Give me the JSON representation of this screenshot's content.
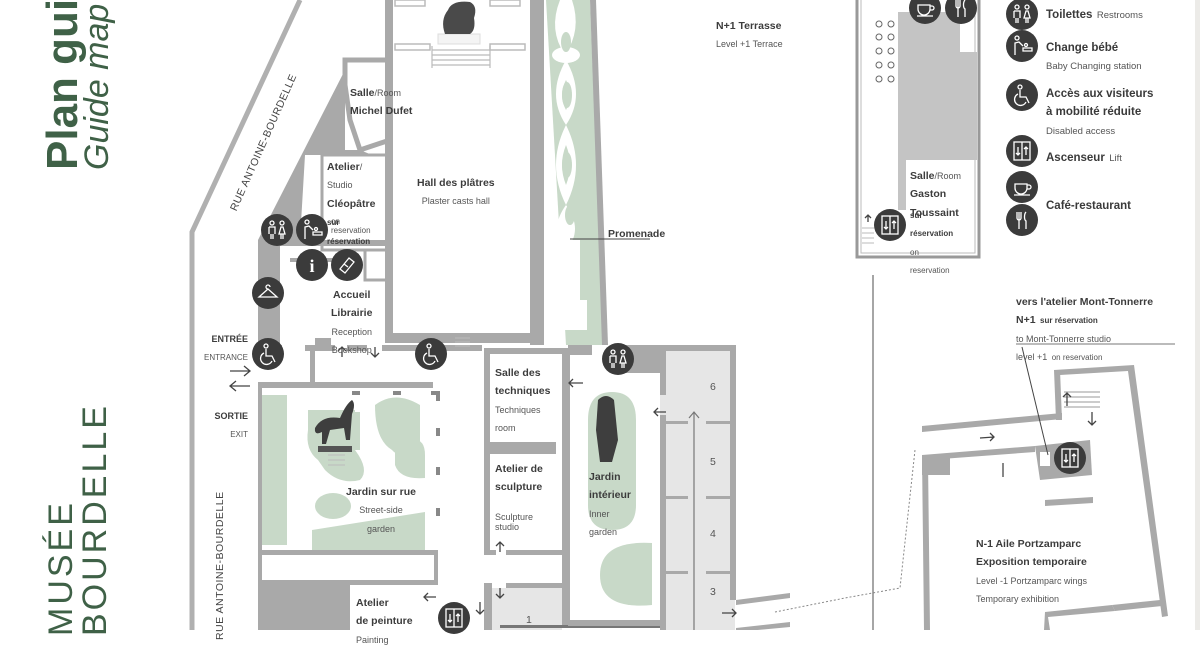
{
  "title": {
    "main": "Plan guide",
    "sub": "Guide map",
    "museum_line1": "MUSÉE",
    "museum_line2": "BOURDELLE"
  },
  "streets": {
    "diagonal": "RUE ANTOINE-BOURDELLE",
    "vertical": "RUE ANTOINE-BOURDELLE"
  },
  "rooms": {
    "michel_dufet": {
      "prefix": "Salle",
      "sep": "/",
      "en_prefix": "Room",
      "name": "Michel Dufet"
    },
    "cleopatre": {
      "prefix": "Atelier",
      "sep": "/",
      "en_prefix": "Studio",
      "name": "Cléopâtre",
      "res_fr1": "sur",
      "res_fr2": "réservation",
      "res_en1": "on",
      "res_en2": "reservation"
    },
    "hall": {
      "name": "Hall des plâtres",
      "en": "Plaster casts hall"
    },
    "promenade": {
      "name": "Promenade"
    },
    "accueil": {
      "name1": "Accueil",
      "name2": "Librairie",
      "en1": "Reception",
      "en2": "Bookshop"
    },
    "entree": {
      "fr": "ENTRÉE",
      "en": "ENTRANCE"
    },
    "sortie": {
      "fr": "SORTIE",
      "en": "EXIT"
    },
    "jardin_rue": {
      "name": "Jardin sur rue",
      "en1": "Street-side",
      "en2": "garden"
    },
    "techniques": {
      "name1": "Salle des",
      "name2": "techniques",
      "en1": "Techniques",
      "en2": "room"
    },
    "sculpture": {
      "name1": "Atelier de",
      "name2": "sculpture",
      "en1": "Sculpture",
      "en2": "studio"
    },
    "jardin_interieur": {
      "name1": "Jardin",
      "name2": "intérieur",
      "en1": "Inner",
      "en2": "garden"
    },
    "peinture": {
      "name1": "Atelier",
      "name2": "de peinture",
      "en1": "Painting"
    },
    "terrasse": {
      "name": "N+1 Terrasse",
      "en": "Level +1 Terrace"
    },
    "gaston": {
      "prefix": "Salle",
      "sep": "/",
      "en_prefix": "Room",
      "name1": "Gaston",
      "name2": "Toussaint",
      "res_fr1": "sur",
      "res_fr2": "réservation",
      "res_en1": "on",
      "res_en2": "reservation"
    },
    "mont_tonnerre": {
      "line1": "vers l'atelier Mont-Tonnerre",
      "line2_bold": "N+1",
      "line2_rest": "sur réservation",
      "line3": "to Mont-Tonnerre studio",
      "line4_a": "level +1",
      "line4_b": "on reservation"
    },
    "portzamparc": {
      "line1": "N-1 Aile Portzamparc",
      "line2": "Exposition temporaire",
      "line3": "Level -1 Portzamparc wings",
      "line4": "Temporary exhibition"
    }
  },
  "galleries": [
    "6",
    "5",
    "4",
    "3",
    "1"
  ],
  "legend": [
    {
      "icon": "restroom-icon",
      "title": "Toilettes",
      "title_en": "Restrooms"
    },
    {
      "icon": "baby-changing-icon",
      "title": "Change bébé",
      "sub": "Baby Changing station"
    },
    {
      "icon": "wheelchair-icon",
      "title1": "Accès aux visiteurs",
      "title2": "à mobilité réduite",
      "sub": "Disabled access"
    },
    {
      "icon": "lift-icon",
      "title": "Ascenseur",
      "title_en": "Lift"
    },
    {
      "icon": "cafe-restaurant-icon",
      "title": "Café-restaurant"
    }
  ],
  "colors": {
    "title_green": "#3f6147",
    "garden_green": "#c8d9c8",
    "wall_grey": "#a9a9a9",
    "floor_grey": "#e6e6e6",
    "icon_dark": "#3b3b3b"
  }
}
